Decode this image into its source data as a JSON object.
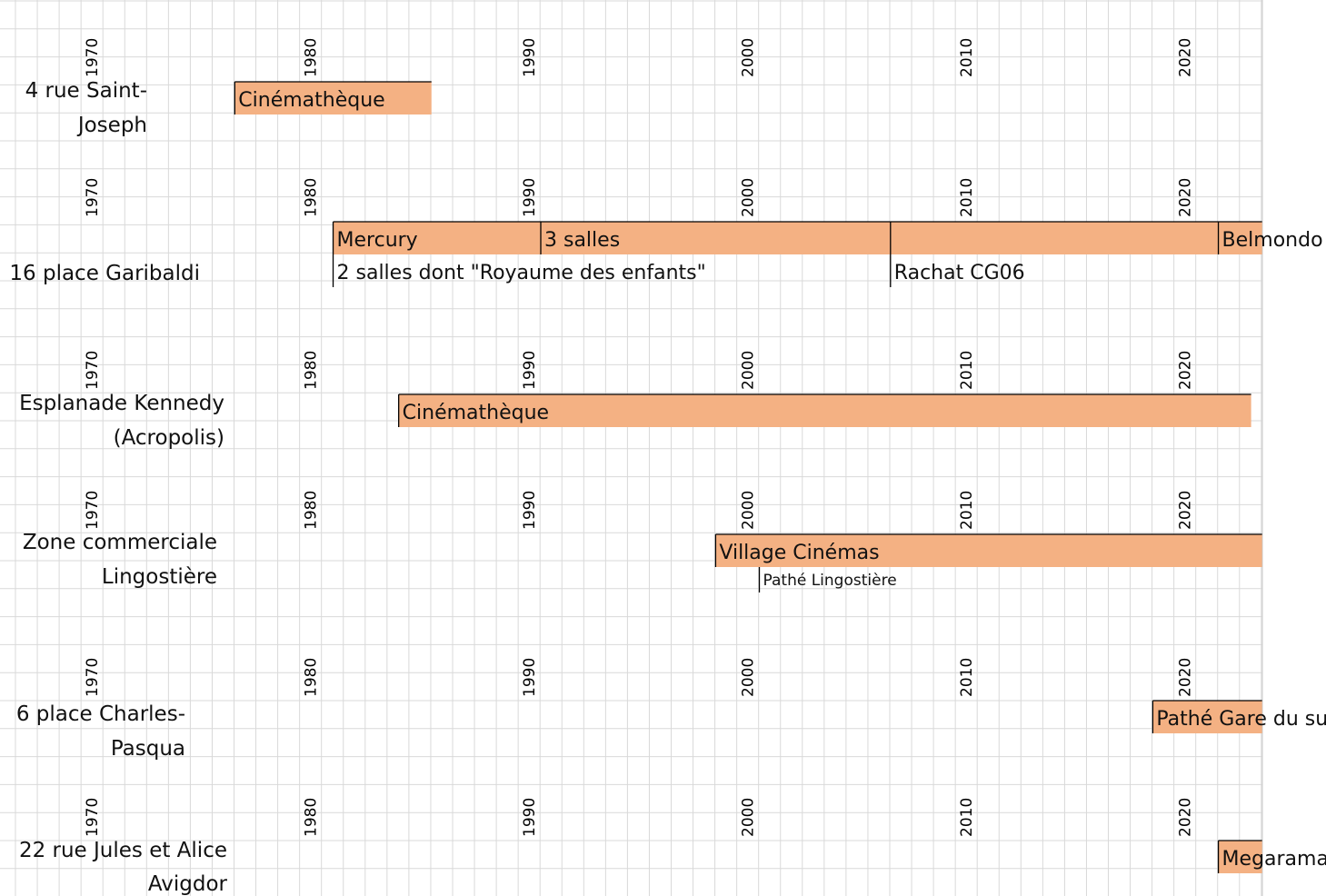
{
  "chart_data": {
    "type": "timeline",
    "colors": {
      "bar": "#f4b183",
      "border": "#000000",
      "grid": "#d9d9d9"
    },
    "x_ticks": [
      1970,
      1980,
      1990,
      2000,
      2010,
      2020
    ],
    "rows": [
      {
        "location": [
          "4 rue Saint-",
          "Joseph"
        ],
        "bars": [
          {
            "label": "Cinémathèque",
            "start": 1976,
            "end": 1985
          }
        ],
        "events": []
      },
      {
        "location": [
          "16 place Garibaldi"
        ],
        "bars": [
          {
            "label": "Mercury",
            "start": 1980.5,
            "end": 1990
          },
          {
            "label": "3 salles",
            "start": 1990,
            "end": 2006
          },
          {
            "label": "",
            "start": 2006,
            "end": 2021
          },
          {
            "label": "Belmondo",
            "start": 2021,
            "end": 2023
          }
        ],
        "events": [
          {
            "label": "2 salles dont \"Royaume des enfants\"",
            "year": 1980.5
          },
          {
            "label": "Rachat CG06",
            "year": 2006
          }
        ]
      },
      {
        "location": [
          "Esplanade Kennedy",
          "(Acropolis)"
        ],
        "bars": [
          {
            "label": "Cinémathèque",
            "start": 1983.5,
            "end": 2022.5
          }
        ],
        "events": []
      },
      {
        "location": [
          "Zone commerciale",
          "Lingostière"
        ],
        "bars": [
          {
            "label": "Village Cinémas",
            "start": 1998,
            "end": 2023
          }
        ],
        "events": [
          {
            "label": "Pathé Lingostière",
            "year": 2000
          }
        ]
      },
      {
        "location": [
          "6 place Charles-",
          "Pasqua"
        ],
        "bars": [
          {
            "label": "Pathé Gare du sud",
            "start": 2018,
            "end": 2023
          }
        ],
        "events": []
      },
      {
        "location": [
          "22 rue Jules et Alice",
          "Avigdor"
        ],
        "bars": [
          {
            "label": "Megarama",
            "start": 2021,
            "end": 2023
          }
        ],
        "events": []
      }
    ]
  }
}
